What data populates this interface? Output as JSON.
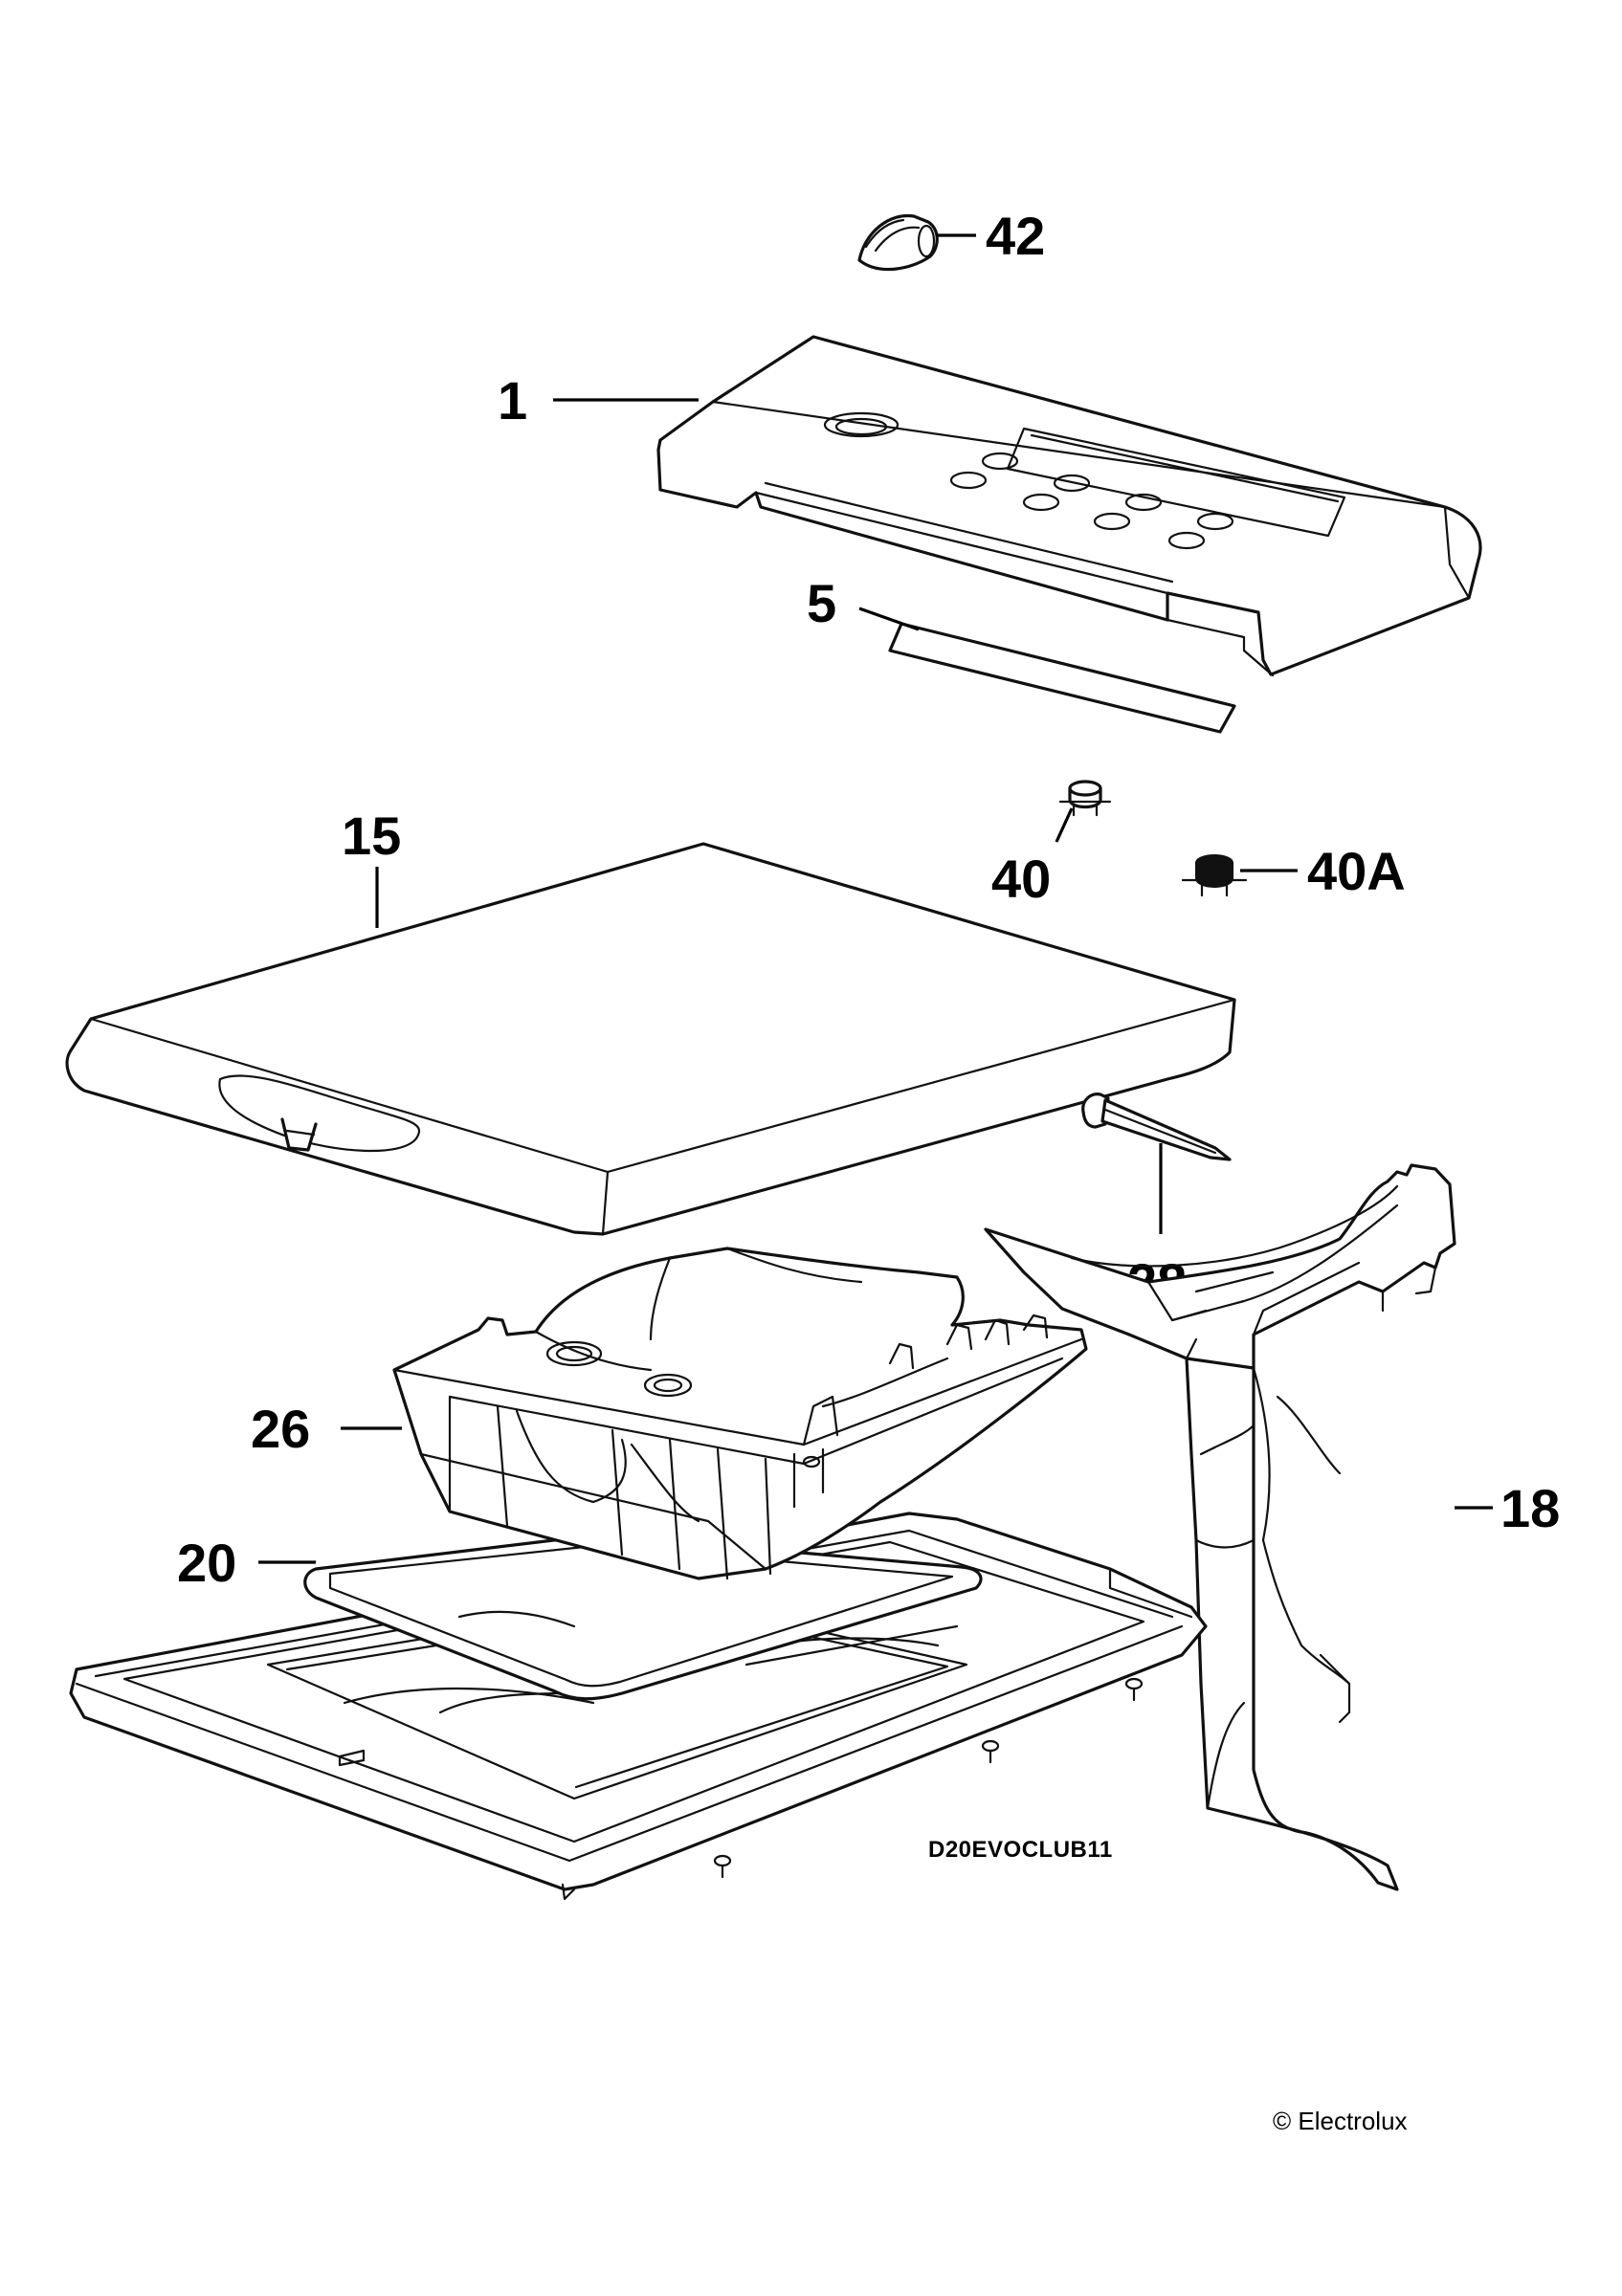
{
  "diagram": {
    "callouts": {
      "c42": "42",
      "c1": "1",
      "c5": "5",
      "c15": "15",
      "c40": "40",
      "c40a": "40A",
      "c28": "28",
      "c26": "26",
      "c18": "18",
      "c20": "20"
    },
    "drawing_code": "D20EVOCLUB11",
    "copyright": "© Electrolux"
  },
  "colors": {
    "line": "#111111",
    "background": "#ffffff"
  }
}
